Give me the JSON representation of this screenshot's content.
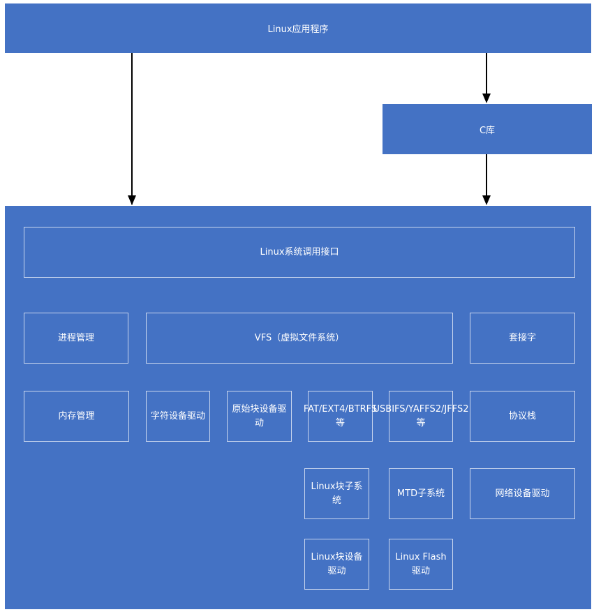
{
  "diagram": {
    "app_layer": "Linux应用程序",
    "c_library": "C库",
    "kernel": {
      "syscall_interface": "Linux系统调用接口",
      "process_mgmt": "进程管理",
      "vfs": "VFS（虚拟文件系统）",
      "socket": "套接字",
      "memory_mgmt": "内存管理",
      "char_driver": "字符设备驱动",
      "raw_block_driver": "原始块设备驱动",
      "fat_ext4_btrfs": "FAT/EXT4/BTRFS等",
      "usbifs_yaffs2_jffs2": "USBIFS/YAFFS2/JFFS2等",
      "protocol_stack": "协议栈",
      "linux_block_subsystem": "Linux块子系统",
      "mtd_subsystem": "MTD子系统",
      "net_driver": "网络设备驱动",
      "linux_block_driver": "Linux块设备驱动",
      "linux_flash_driver": "Linux Flash驱动"
    },
    "colors": {
      "box_fill": "#4472C4",
      "outline": "#c9d6ee",
      "arrow": "#000000"
    }
  }
}
